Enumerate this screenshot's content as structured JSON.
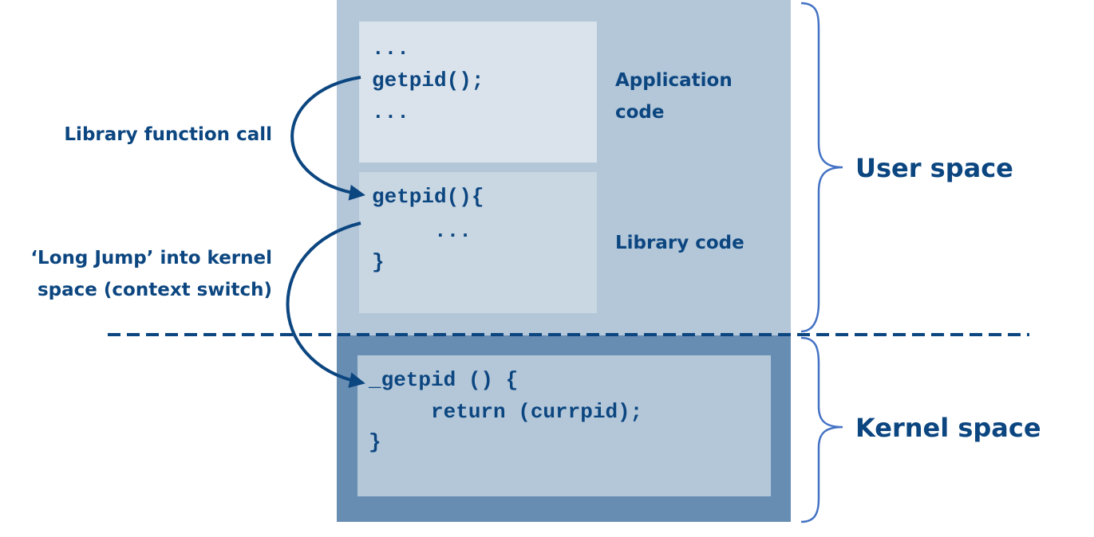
{
  "colors": {
    "user_space_bg": "#b3c7d9",
    "application_box": "#dae3ec",
    "library_box": "#c9d7e3",
    "kernel_space_bg": "#688db3",
    "kernel_box": "#b3c7d9",
    "text": "#0c4680",
    "brace": "#4472c4"
  },
  "application": {
    "code_lines": [
      "...",
      "getpid();",
      "..."
    ],
    "label_line1": "Application",
    "label_line2": "code"
  },
  "library": {
    "code_lines": [
      "getpid(){",
      "     ...",
      "}"
    ],
    "label": "Library code"
  },
  "kernel": {
    "code_lines": [
      "_getpid () {",
      "     return (currpid);",
      "}"
    ]
  },
  "annotations": {
    "library_call": "Library function call",
    "long_jump_line1": "‘Long Jump’ into kernel",
    "long_jump_line2": "space (context switch)"
  },
  "regions": {
    "user_space": "User space",
    "kernel_space": "Kernel space"
  }
}
